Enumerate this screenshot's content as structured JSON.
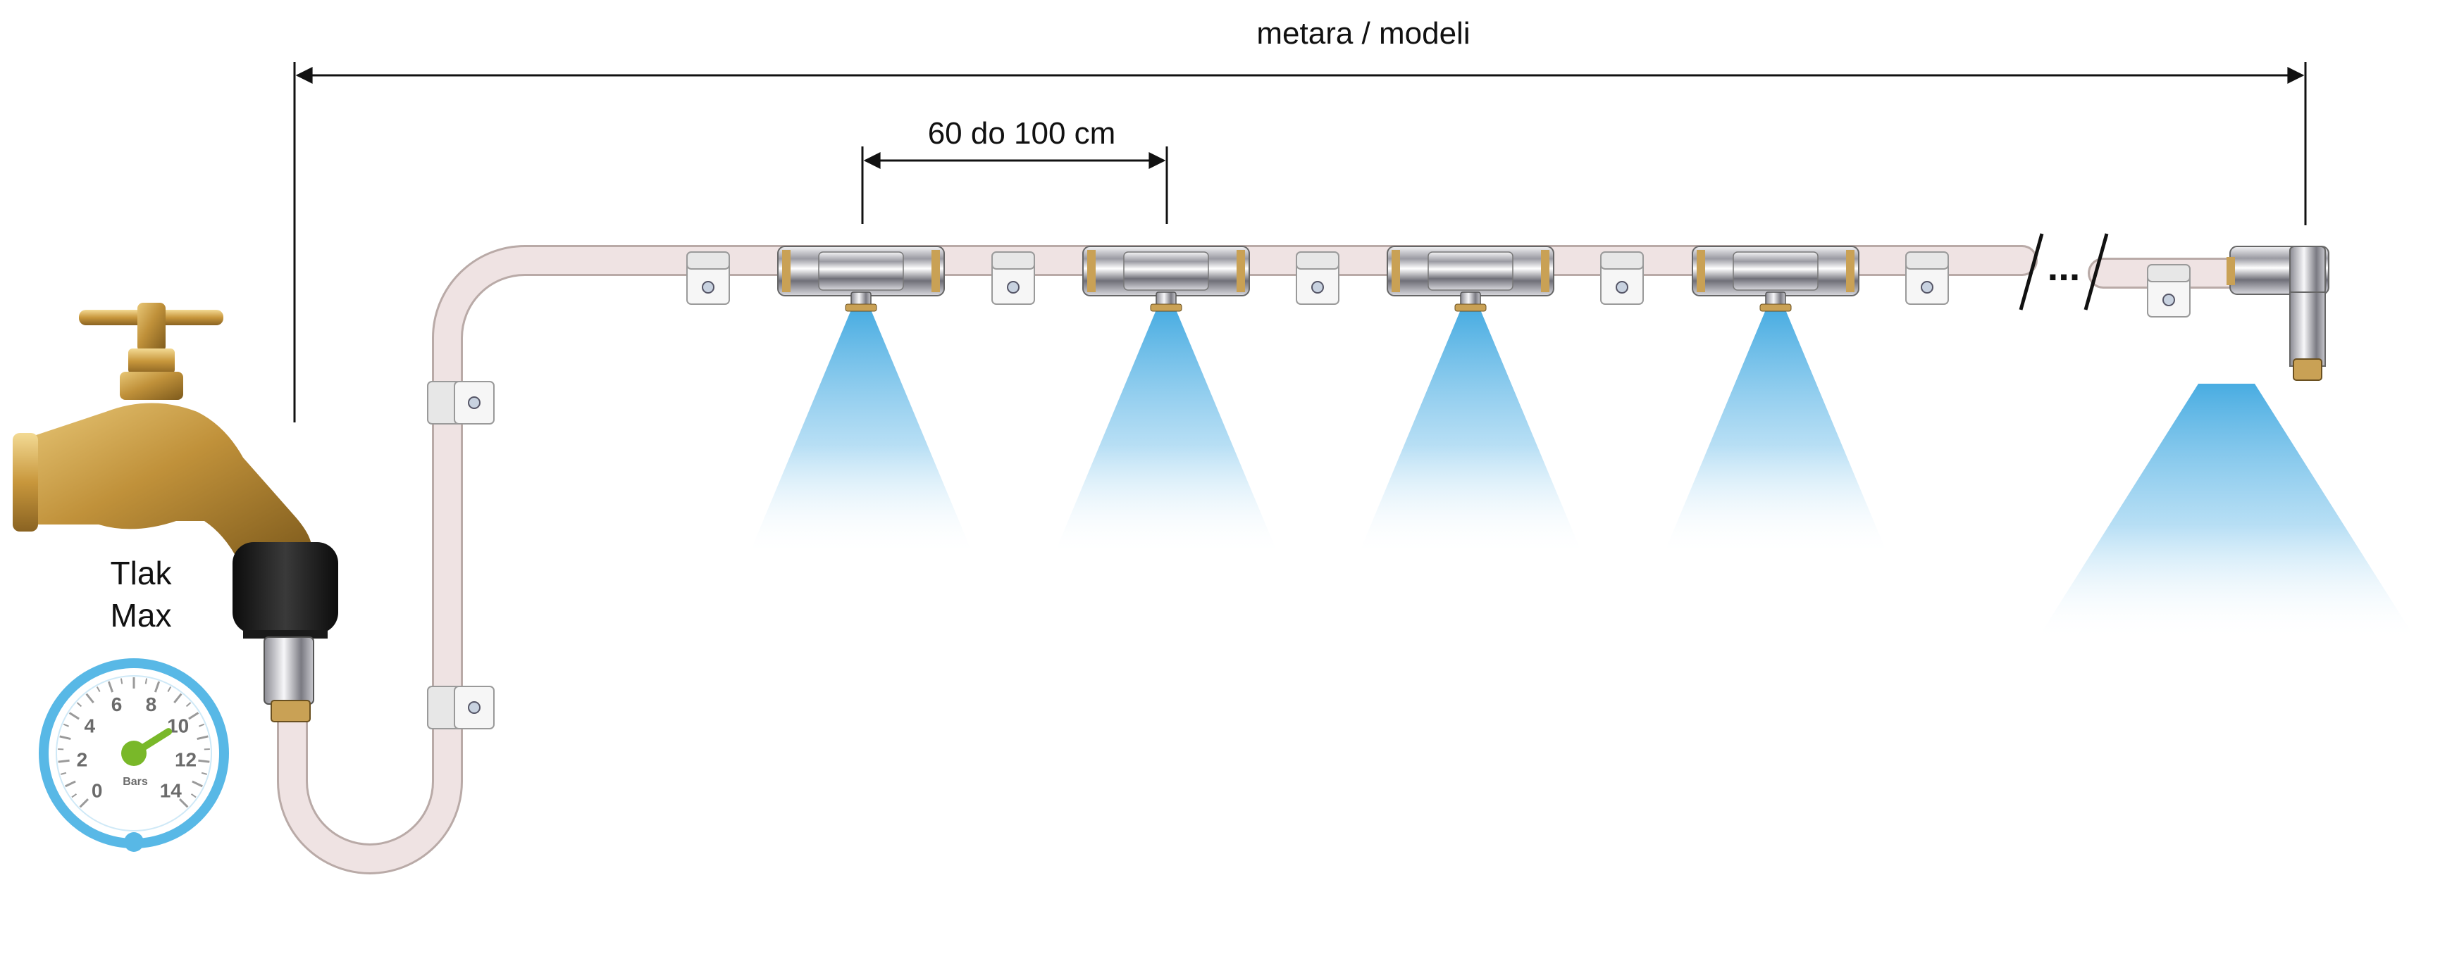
{
  "labels": {
    "total_length": "metara / modeli",
    "spacing": "60 do 100 cm",
    "pressure_line1": "Tlak",
    "pressure_line2": "Max",
    "ellipsis": "..."
  },
  "gauge": {
    "unit": "Bars",
    "ticks": [
      "0",
      "2",
      "4",
      "6",
      "8",
      "10",
      "12",
      "14"
    ],
    "needle_value": 10,
    "scale_max": 14
  },
  "colors": {
    "pipe": "#efe3e3",
    "pipe_outline": "#b9aaa7",
    "mist": "#3fa8e0",
    "gauge_ring": "#58b8e6",
    "needle": "#79b829",
    "brass": "#c99a3d",
    "dimension_line": "#111111"
  },
  "icons": {
    "tap": "brass-tap-icon",
    "clip": "pipe-clip-icon",
    "nozzle": "mist-nozzle-icon",
    "end_nozzle": "end-nozzle-icon",
    "gauge": "pressure-gauge-icon"
  }
}
